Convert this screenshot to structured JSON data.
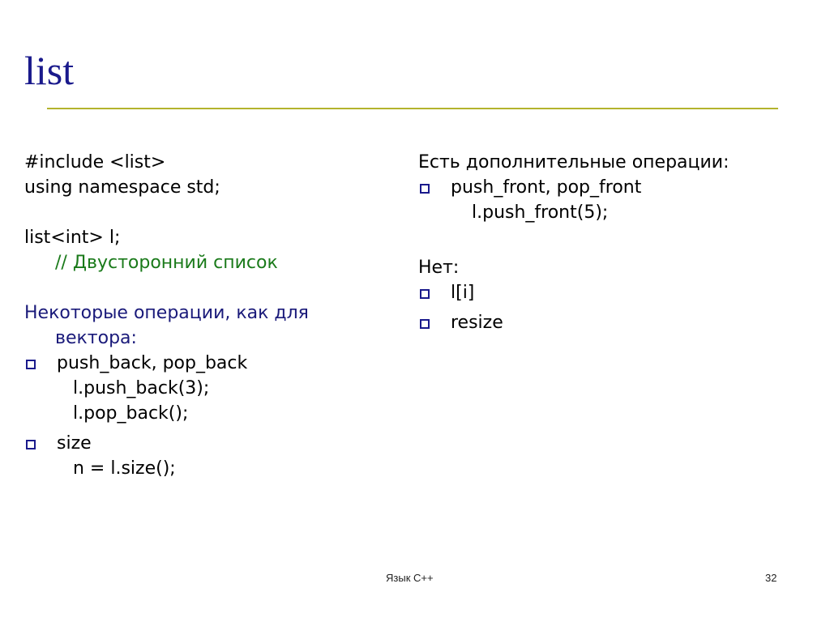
{
  "slide": {
    "title": "list",
    "left": {
      "code1": "#include <list>",
      "code2": "using namespace std;",
      "code3": "list<int> l;",
      "comment": "// Двусторонний список",
      "intro_line1": "Некоторые операции, как для",
      "intro_line2": "вектора:",
      "bullets": [
        {
          "label": "push_back, pop_back",
          "code": [
            "l.push_back(3);",
            "l.pop_back();"
          ]
        },
        {
          "label": "size",
          "code": [
            "n = l.size();"
          ]
        }
      ]
    },
    "right": {
      "heading1": "Есть дополнительные операции:",
      "bullet1_label": "push_front, pop_front",
      "bullet1_code": "l.push_front(5);",
      "heading2": "Нет:",
      "no_items": [
        "l[i]",
        "resize"
      ]
    },
    "footer": {
      "center": "Язык C++",
      "page_number": "32"
    },
    "colors": {
      "title": "#1a1a8c",
      "rule": "#b3b32d",
      "comment": "#1a7a1a",
      "bullet": "#1a1a8c"
    }
  }
}
